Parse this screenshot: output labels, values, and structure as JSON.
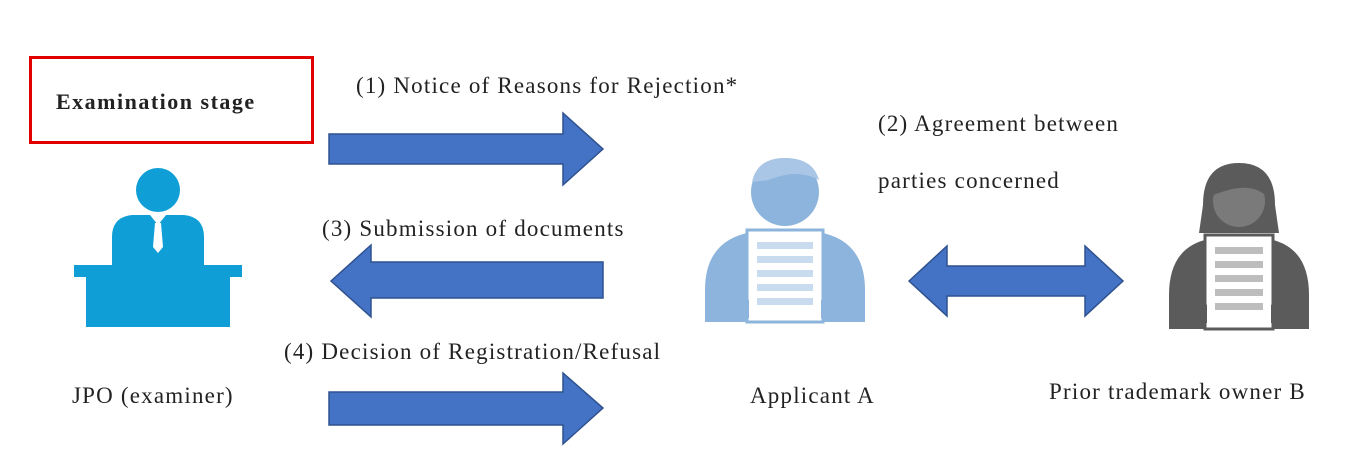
{
  "stage": {
    "label": "Examination stage",
    "border_color": "#e00000"
  },
  "steps": {
    "step1": "(1) Notice of Reasons for Rejection*",
    "step2_line1": "(2)  Agreement  between",
    "step2_line2": "parties concerned",
    "step3": "(3) Submission of documents",
    "step4": "(4) Decision of Registration/Refusal"
  },
  "actors": {
    "jpo": {
      "label": "JPO (examiner)",
      "icon": "examiner-desk-icon",
      "color": "#0f9fd6"
    },
    "applicant": {
      "label": "Applicant A",
      "icon": "person-holding-document-icon",
      "color": "#8cb4dc"
    },
    "owner": {
      "label": "Prior trademark owner B",
      "icon": "woman-holding-document-icon",
      "color": "#5b5b5b"
    }
  },
  "arrows": {
    "color": "#4472c4",
    "outline": "#2f528f"
  }
}
